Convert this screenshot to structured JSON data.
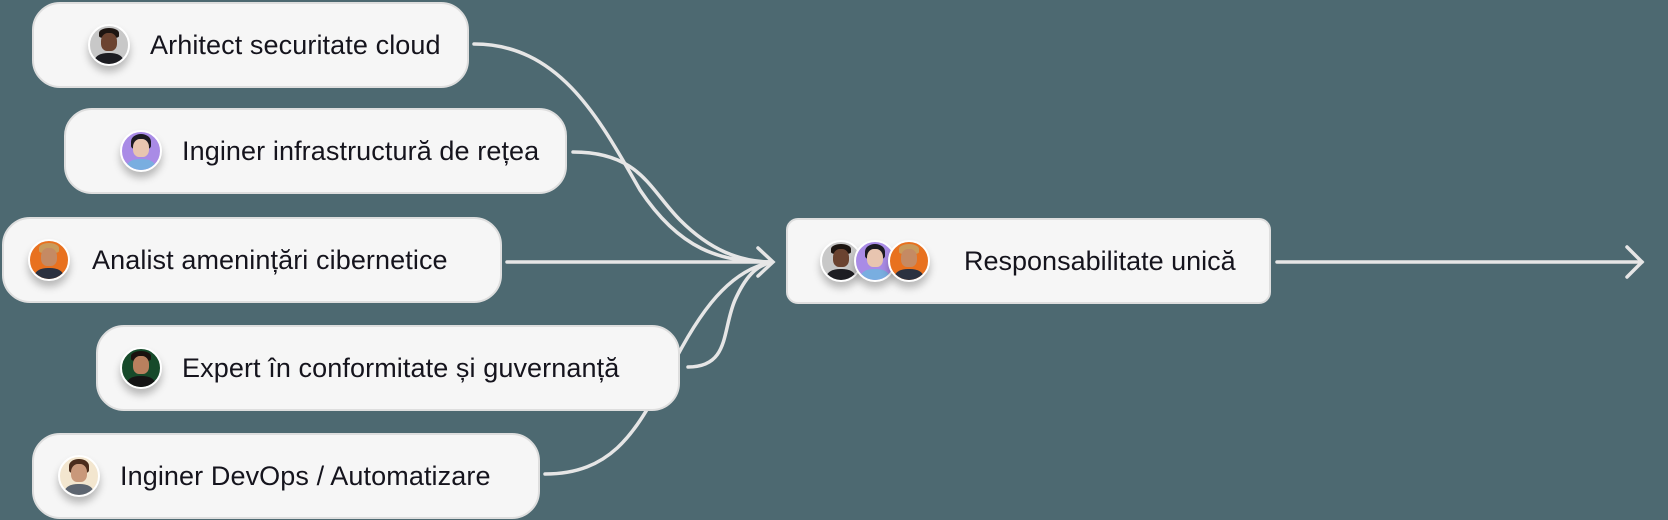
{
  "colors": {
    "background": "#4d6971",
    "node_fill": "#f6f6f6",
    "node_border": "#dedede",
    "connector": "#e6e6e6",
    "text": "#15141d"
  },
  "inputs": [
    {
      "label": "Arhitect securitate cloud",
      "avatar": "avatar-man-dark-skin",
      "avatar_bg": "#c8c8c8"
    },
    {
      "label": "Inginer infrastructură de rețea",
      "avatar": "avatar-woman-dark-hair",
      "avatar_bg": "#a98be6"
    },
    {
      "label": "Analist amenințări cibernetice",
      "avatar": "avatar-man-blond",
      "avatar_bg": "#e8711f"
    },
    {
      "label": "Expert în conformitate și guvernanță",
      "avatar": "avatar-man-beard",
      "avatar_bg": "#164a2a"
    },
    {
      "label": "Inginer DevOps / Automatizare",
      "avatar": "avatar-man-glasses",
      "avatar_bg": "#f3e6cf"
    }
  ],
  "output": {
    "label": "Responsabilitate unică",
    "avatars": [
      "avatar-man-dark-skin",
      "avatar-woman-dark-hair",
      "avatar-man-blond"
    ]
  },
  "arrows": {
    "merge_arrow": "arrow-right-icon",
    "output_arrow": "arrow-right-icon"
  }
}
